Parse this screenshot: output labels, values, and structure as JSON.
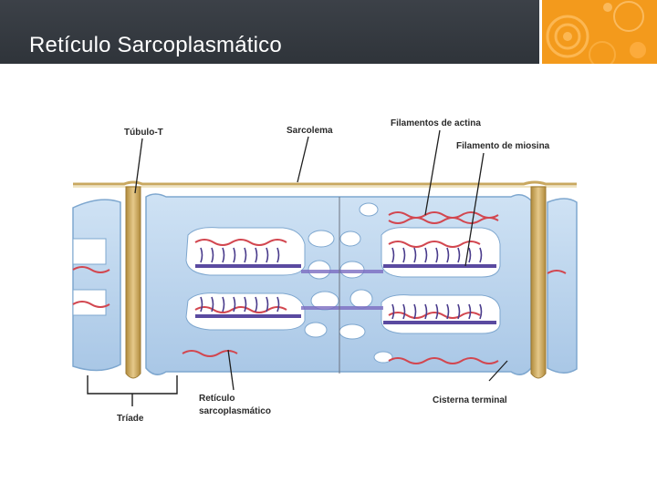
{
  "slide": {
    "title": "Retículo Sarcoplasmático"
  },
  "diagram": {
    "labels": {
      "tubulo_t": "Túbulo-T",
      "sarcolema": "Sarcolema",
      "filamentos_actina": "Filamentos de actina",
      "filamento_miosina": "Filamento de miosina",
      "triade": "Tríade",
      "reticulo_line1": "Retículo",
      "reticulo_line2": "sarcoplasmático",
      "cisterna_terminal": "Cisterna terminal"
    },
    "colors": {
      "header": "#2f343a",
      "accent": "#f39a1c",
      "reticulum": "#b8d3ec",
      "reticulum_edge": "#7ea7cf",
      "t_tubule": "#d8b56a",
      "actin": "#d2464f",
      "myosin": "#5a4aa0"
    }
  }
}
